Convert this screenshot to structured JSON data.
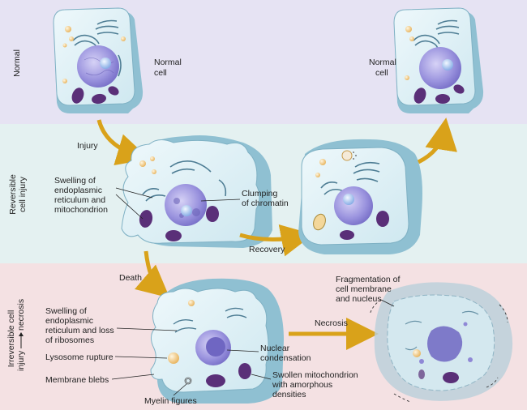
{
  "bands": {
    "normal": {
      "label": "Normal",
      "color": "#e6e3f3"
    },
    "reversible": {
      "label_line1": "Reversible",
      "label_line2": "cell injury",
      "color": "#e4f1f1"
    },
    "irreversible": {
      "label_line1": "Irreversible cell",
      "label_line2_a": "injury",
      "label_line2_b": "necrosis",
      "color": "#f4e1e3"
    }
  },
  "labels": {
    "normal_cell_left": [
      "Normal",
      "cell"
    ],
    "normal_cell_right": [
      "Normal",
      "cell"
    ],
    "injury": "Injury",
    "swelling_er": [
      "Swelling of",
      "endoplasmic",
      "reticulum and",
      "mitochondrion"
    ],
    "clumping": [
      "Clumping",
      "of chromatin"
    ],
    "recovery": "Recovery",
    "death": "Death",
    "swelling_er_ribosomes": [
      "Swelling of",
      "endoplasmic",
      "reticulum and loss",
      "of ribosomes"
    ],
    "lysosome_rupture": "Lysosome rupture",
    "membrane_blebs": "Membrane blebs",
    "myelin_figures": "Myelin figures",
    "nuclear_condensation": [
      "Nuclear",
      "condensation"
    ],
    "swollen_mito": [
      "Swollen mitochondrion",
      "with amorphous",
      "densities"
    ],
    "necrosis": "Necrosis",
    "fragmentation": [
      "Fragmentation of",
      "cell membrane",
      "and nucleus"
    ]
  },
  "colors": {
    "cell_fill": "#c6e4ee",
    "cell_side": "#8fc0d2",
    "cell_top": "#e8f5f9",
    "nucleus": "#8f88d6",
    "nucleus_light": "#c7c2f0",
    "nucleolus": "#b9d4f4",
    "mito": "#5a2f78",
    "er": "#4e7d94",
    "arrow": "#d9a21a",
    "vesicle": "#f0c880"
  }
}
